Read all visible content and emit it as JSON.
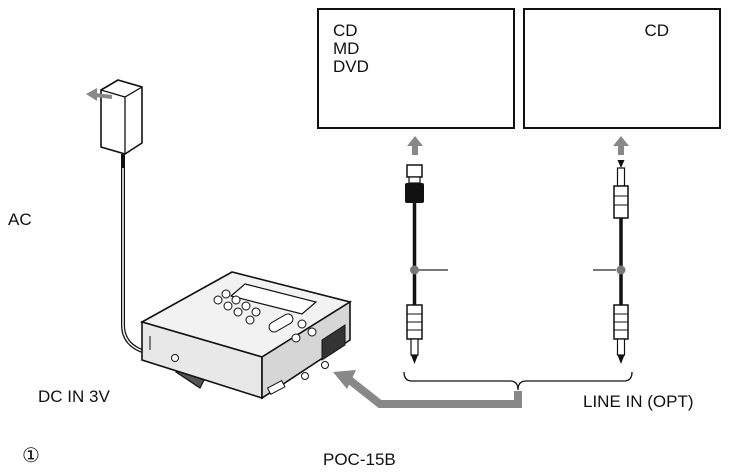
{
  "devices": {
    "left_box_lines": [
      "CD",
      "MD",
      "DVD"
    ],
    "right_box_label": "CD"
  },
  "labels": {
    "ac": "AC",
    "dc_in": "DC IN 3V",
    "line_in": "LINE IN (OPT)",
    "circled_one": "①",
    "cable_model": "POC-15B"
  },
  "colors": {
    "line": "#111111",
    "arrow_gray": "#888888",
    "device_body": "#e8e8e8"
  }
}
